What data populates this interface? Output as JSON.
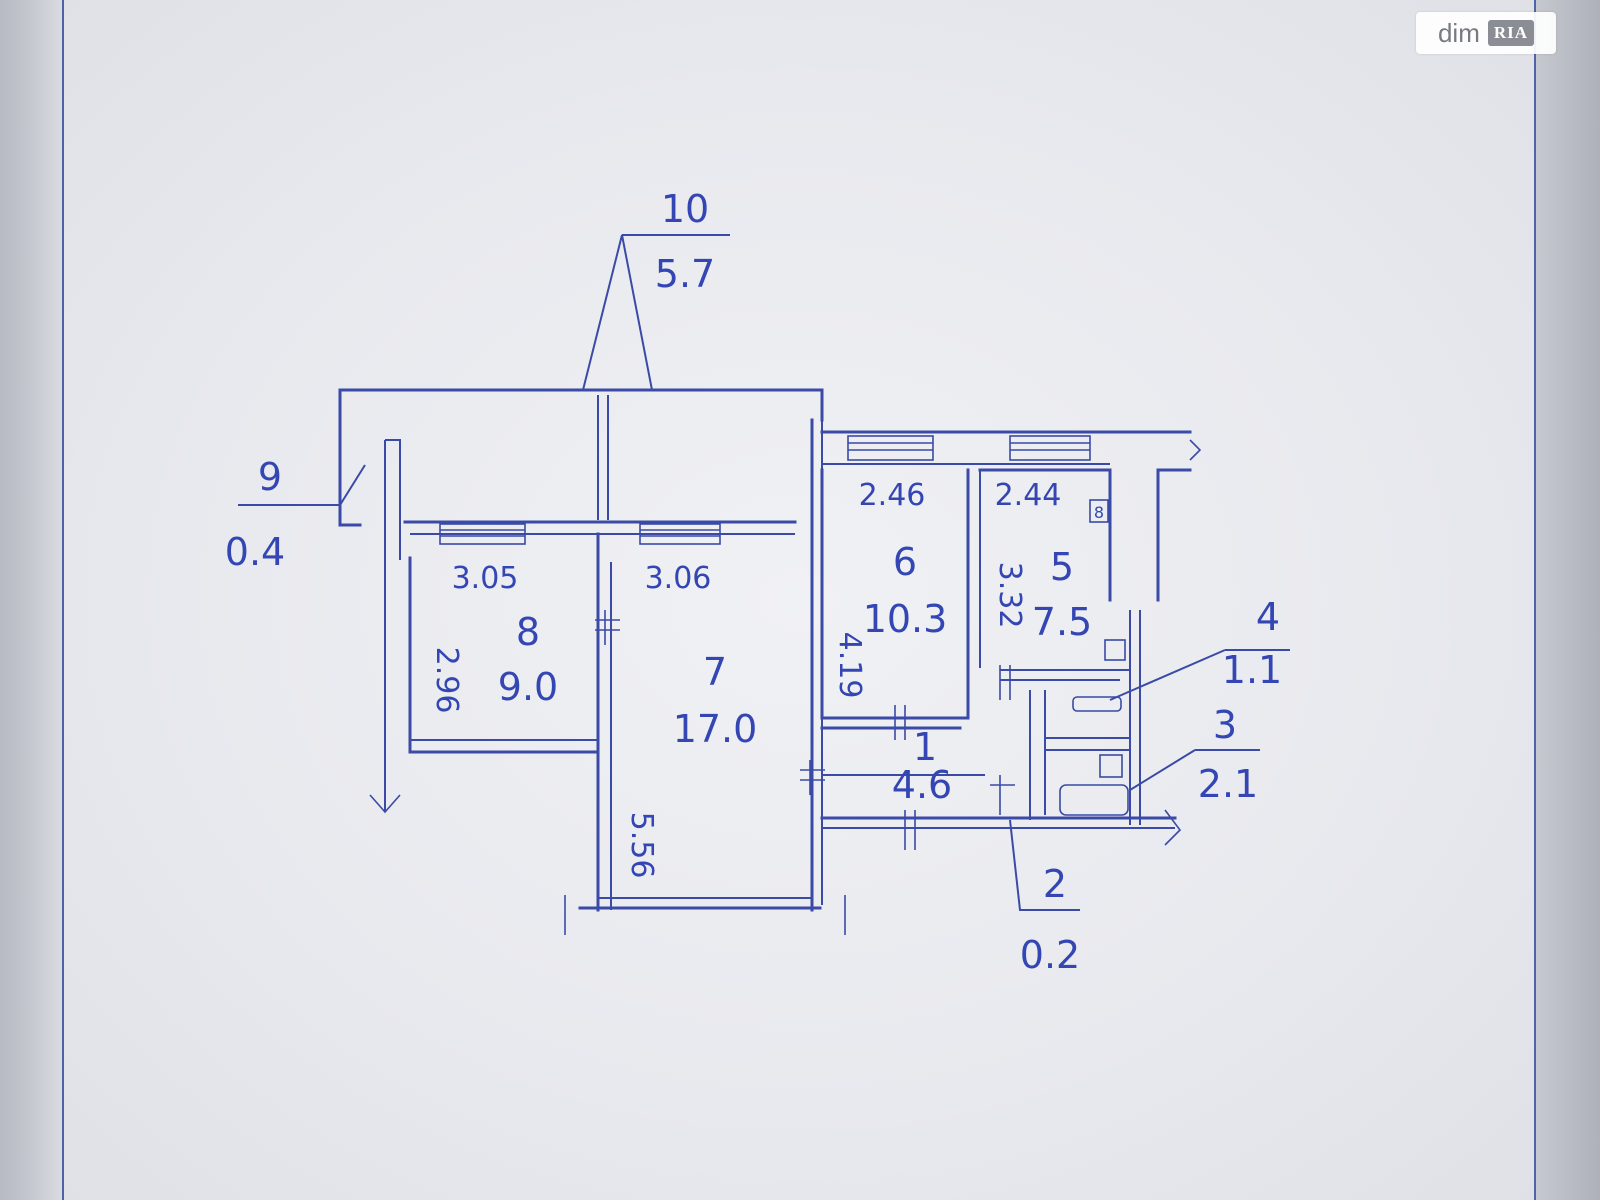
{
  "watermark": {
    "site": "dim",
    "logo": "RIA"
  },
  "rooms": [
    {
      "number": "10",
      "area": "5.7"
    },
    {
      "number": "9",
      "area": "0.4"
    },
    {
      "number": "8",
      "area": "9.0"
    },
    {
      "number": "7",
      "area": "17.0"
    },
    {
      "number": "6",
      "area": "10.3"
    },
    {
      "number": "5",
      "area": "7.5"
    },
    {
      "number": "4",
      "area": "1.1"
    },
    {
      "number": "3",
      "area": "2.1"
    },
    {
      "number": "2",
      "area": "0.2"
    },
    {
      "number": "1",
      "area": "4.6"
    }
  ],
  "dimensions": {
    "room8_width": "3.05",
    "room7_width": "3.06",
    "room6_width": "2.46",
    "room5_width": "2.44",
    "room8_length": "2.96",
    "room7_length": "5.56",
    "room6_length": "4.19",
    "room5_length": "3.32"
  },
  "symbols": {
    "stove": "8"
  },
  "colors": {
    "ink": "#3346b3",
    "line": "#3a4aa6",
    "paper": "#eceef2"
  }
}
